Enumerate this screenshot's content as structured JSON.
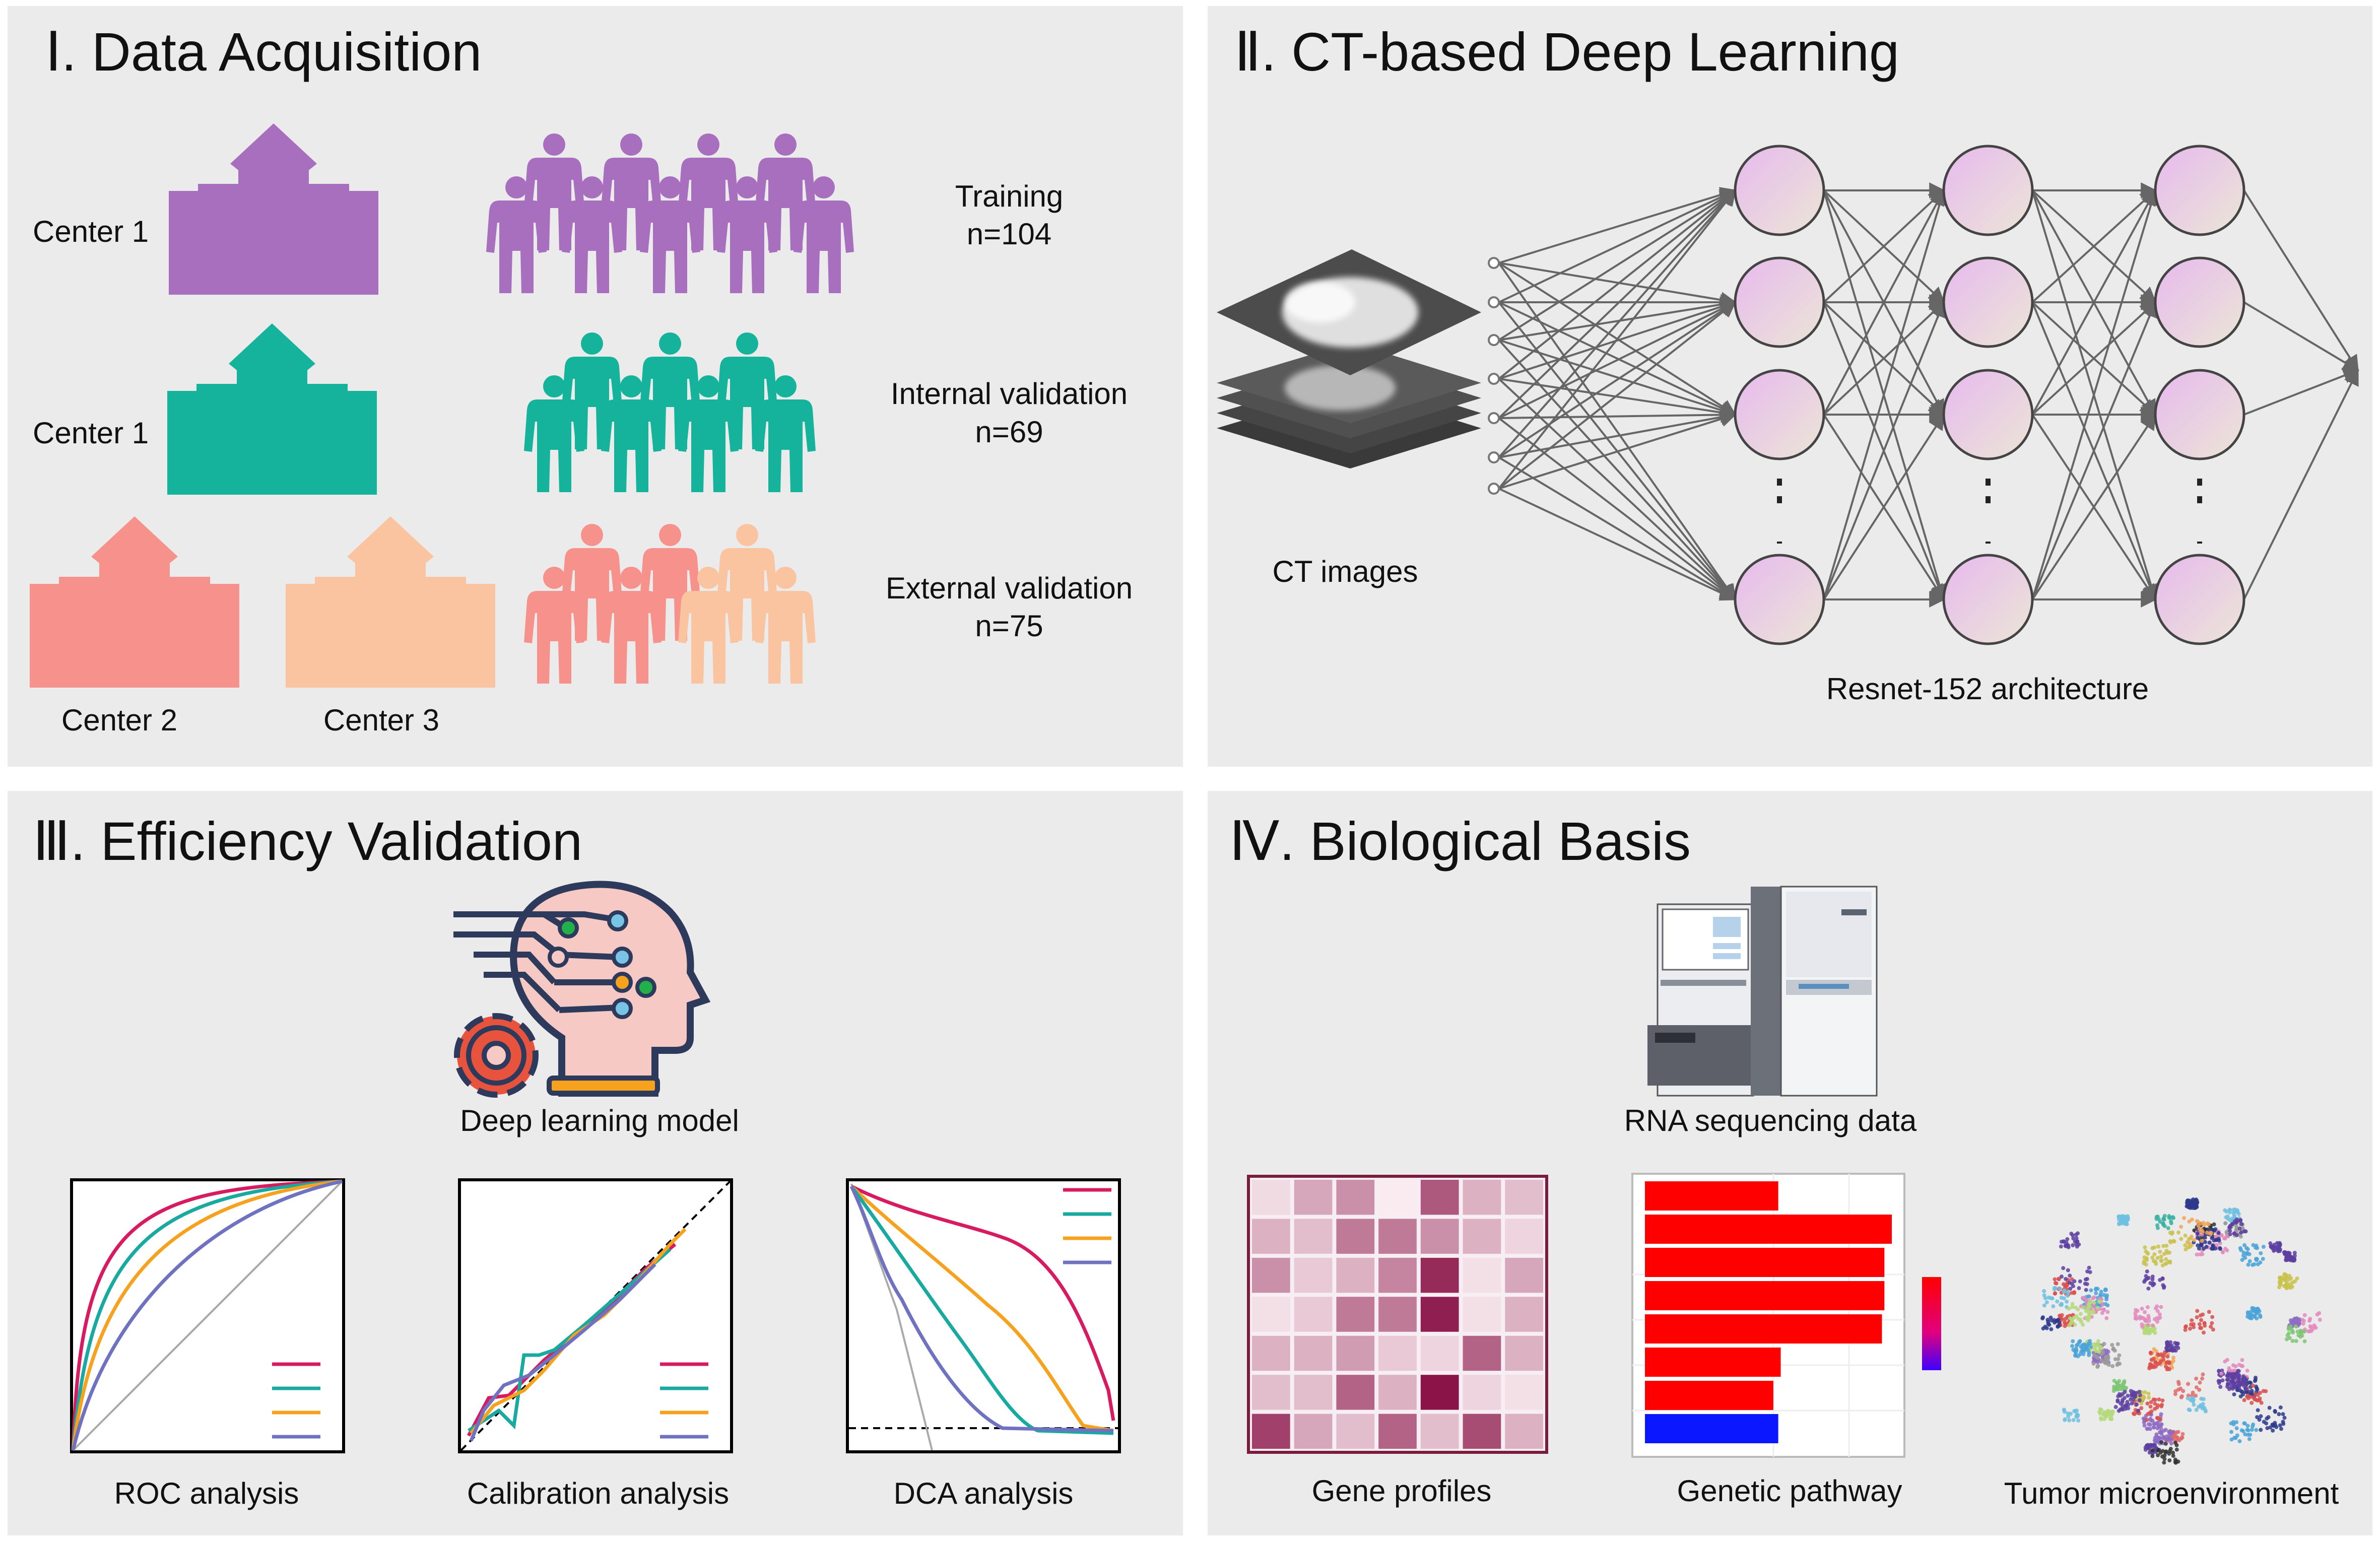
{
  "colors": {
    "panel_bg": "#ebebeb",
    "purple": "#a76fbe",
    "teal": "#16b39c",
    "coral": "#f6918b",
    "peach": "#fbc4a1",
    "node_fill": "#e8c6ea",
    "roc_magenta": "#d81b60",
    "roc_teal": "#18a9a0",
    "roc_orange": "#f6a21e",
    "roc_blue": "#6f72c1",
    "bar_red": "#ff0000",
    "bar_blue": "#0a17ff"
  },
  "panels": {
    "p1": {
      "title": "Ⅰ. Data Acquisition",
      "rows": [
        {
          "center_label": "Center 1",
          "cohort": "Training",
          "n": "n=104",
          "color_key": "purple",
          "icon": "hospital-icon"
        },
        {
          "center_label": "Center 1",
          "cohort": "Internal validation",
          "n": "n=69",
          "color_key": "teal",
          "icon": "hospital-icon"
        },
        {
          "center_labels": [
            "Center 2",
            "Center 3"
          ],
          "cohort": "External validation",
          "n": "n=75",
          "color_key": "coral",
          "icon": "hospital-icon"
        }
      ]
    },
    "p2": {
      "title": "Ⅱ. CT-based Deep Learning",
      "ct_label": "CT images",
      "arch_label": "Resnet-152 architecture"
    },
    "p3": {
      "title": "Ⅲ. Efficiency Validation",
      "model_label": "Deep learning model",
      "plots": [
        "ROC analysis",
        "Calibration analysis",
        "DCA analysis"
      ]
    },
    "p4": {
      "title": "Ⅳ. Biological Basis",
      "sequencer_label": "RNA sequencing data",
      "gene_label": "Gene profiles",
      "pathway_label": "Genetic pathway",
      "tme_label": "Tumor microenvironment"
    }
  },
  "heatmap": {
    "rows": 7,
    "cols": 7,
    "intensity": [
      [
        0.12,
        0.35,
        0.45,
        0.05,
        0.7,
        0.3,
        0.25
      ],
      [
        0.3,
        0.25,
        0.55,
        0.55,
        0.45,
        0.3,
        0.15
      ],
      [
        0.45,
        0.2,
        0.3,
        0.5,
        0.9,
        0.1,
        0.35
      ],
      [
        0.1,
        0.2,
        0.55,
        0.55,
        0.95,
        0.1,
        0.3
      ],
      [
        0.3,
        0.3,
        0.4,
        0.2,
        0.15,
        0.65,
        0.3
      ],
      [
        0.25,
        0.25,
        0.65,
        0.3,
        1.0,
        0.15,
        0.1
      ],
      [
        0.8,
        0.35,
        0.25,
        0.65,
        0.25,
        0.75,
        0.3
      ]
    ]
  },
  "pathway_bars": [
    {
      "value": 0.54,
      "color_key": "bar_red"
    },
    {
      "value": 1.0,
      "color_key": "bar_red"
    },
    {
      "value": 0.97,
      "color_key": "bar_red"
    },
    {
      "value": 0.97,
      "color_key": "bar_red"
    },
    {
      "value": 0.96,
      "color_key": "bar_red"
    },
    {
      "value": 0.55,
      "color_key": "bar_red"
    },
    {
      "value": 0.52,
      "color_key": "bar_red"
    },
    {
      "value": 0.54,
      "color_key": "bar_blue"
    }
  ]
}
